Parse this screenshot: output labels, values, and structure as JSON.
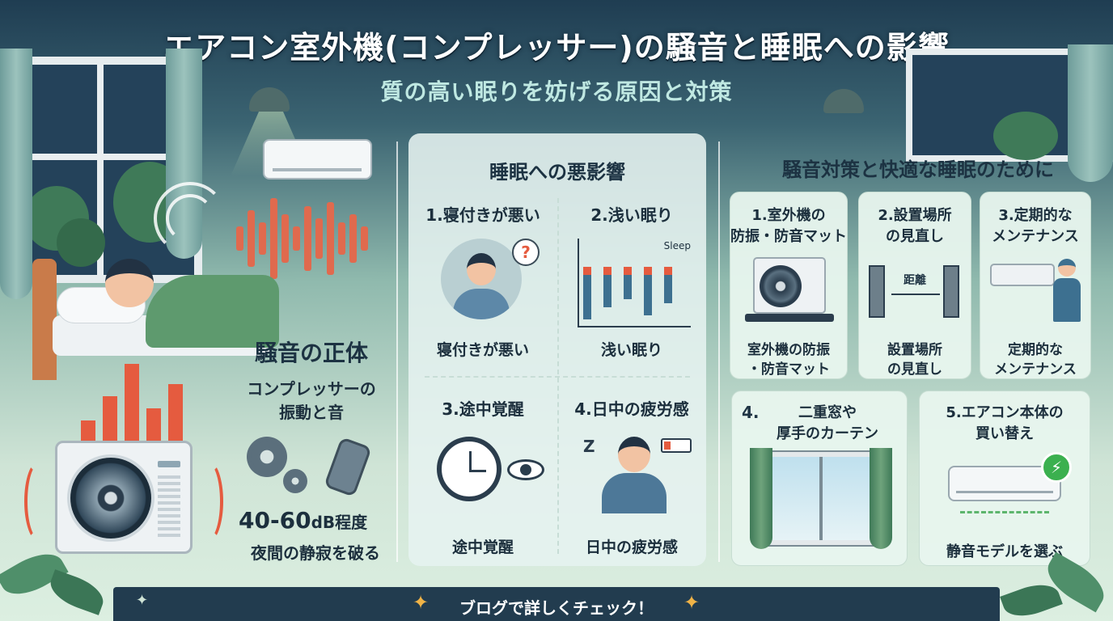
{
  "header": {
    "title": "エアコン室外機(コンプレッサー)の騒音と睡眠への影響",
    "subtitle": "質の高い眠りを妨げる原因と対策"
  },
  "left_section": {
    "title": "騒音の正体",
    "cause_line1": "コンプレッサーの",
    "cause_line2": "振動と音",
    "level_number": "40-60",
    "level_unit": "dB程度",
    "level_caption": "夜間の静寂を破る"
  },
  "middle_section": {
    "title": "睡眠への悪影響",
    "items": [
      {
        "heading": "1.寝付きが悪い",
        "caption": "寝付きが悪い",
        "icon": "question-bubble-icon"
      },
      {
        "heading": "2.浅い眠り",
        "caption": "浅い眠り",
        "graph_label": "Sleep",
        "icon": "sleep-graph-icon"
      },
      {
        "heading": "3.途中覚醒",
        "caption": "途中覚醒",
        "icon": "alarm-clock-icon"
      },
      {
        "heading": "4.日中の疲労感",
        "caption": "日中の疲労感",
        "zz": "Z",
        "icon": "low-battery-icon"
      }
    ]
  },
  "right_section": {
    "title": "騒音対策と快適な睡眠のために",
    "cards": [
      {
        "heading_line1": "1.室外機の",
        "heading_line2": "防振・防音マット",
        "caption_line1": "室外機の防振",
        "caption_line2": "・防音マット"
      },
      {
        "heading_line1": "2.設置場所",
        "heading_line2": "の見直し",
        "distance_label": "距離",
        "caption_line1": "設置場所",
        "caption_line2": "の見直し"
      },
      {
        "heading_line1": "3.定期的な",
        "heading_line2": "メンテナンス",
        "caption_line1": "定期的な",
        "caption_line2": "メンテナンス"
      },
      {
        "number": "4.",
        "heading_line1": "二重窓や",
        "heading_line2": "厚手のカーテン"
      },
      {
        "heading_line1": "5.エアコン本体の",
        "heading_line2": "買い替え",
        "caption": "静音モデルを選ぶ"
      }
    ]
  },
  "footer": {
    "cta": "ブログで詳しくチェック！"
  },
  "colors": {
    "accent_red": "#e55b3f",
    "dark_navy": "#223c4f",
    "title_teal": "#bfe8e2",
    "green_bolt": "#3bb04f"
  }
}
